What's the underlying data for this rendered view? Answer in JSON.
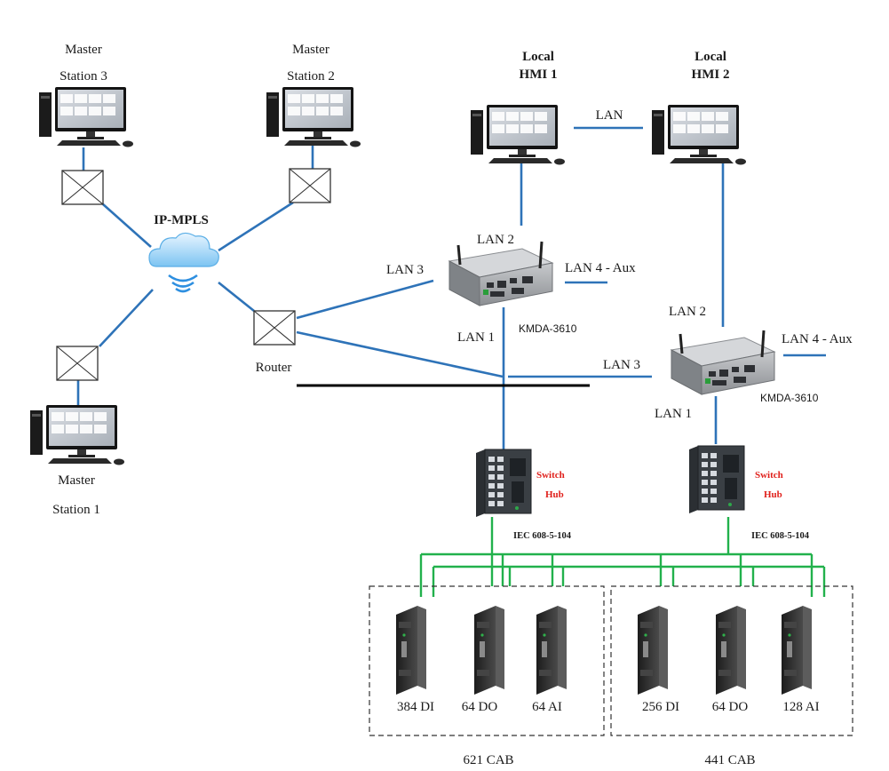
{
  "colors": {
    "blue_link": "#2e73b8",
    "green_bus": "#22b14c",
    "black_line": "#000000",
    "red_label": "#e0201b",
    "text": "#1a1a1a"
  },
  "master_stations": [
    {
      "line1": "Master",
      "line2": "Station 3"
    },
    {
      "line1": "Master",
      "line2": "Station 2"
    },
    {
      "line1": "Master",
      "line2": "Station 1"
    }
  ],
  "local_hmis": [
    {
      "line1": "Local",
      "line2": "HMI 1"
    },
    {
      "line1": "Local",
      "line2": "HMI 2"
    }
  ],
  "labels": {
    "hmi_lan": "LAN",
    "cloud": "IP-MPLS",
    "router": "Router",
    "lan2_a": "LAN 2",
    "lan3_a": "LAN 3",
    "lan4_a": "LAN 4 - Aux",
    "lan1_a": "LAN 1",
    "kmda_a": "KMDA-3610",
    "lan2_b": "LAN 2",
    "lan3_b": "LAN 3",
    "lan4_b": "LAN 4 - Aux",
    "lan1_b": "LAN 1",
    "kmda_b": "KMDA-3610",
    "switch_a_1": "Switch",
    "switch_a_2": "Hub",
    "switch_b_1": "Switch",
    "switch_b_2": "Hub",
    "iec_a": "IEC 608-5-104",
    "iec_b": "IEC 608-5-104"
  },
  "cabinets": [
    {
      "name": "621 CAB",
      "modules": [
        "384 DI",
        "64 DO",
        "64 AI"
      ]
    },
    {
      "name": "441 CAB",
      "modules": [
        "256 DI",
        "64 DO",
        "128 AI"
      ]
    }
  ],
  "icons": [
    "desktop-computer-icon",
    "network-crossbox-icon",
    "cloud-wireless-icon",
    "router-icon",
    "industrial-pc-icon",
    "switch-hub-icon",
    "io-module-icon"
  ]
}
